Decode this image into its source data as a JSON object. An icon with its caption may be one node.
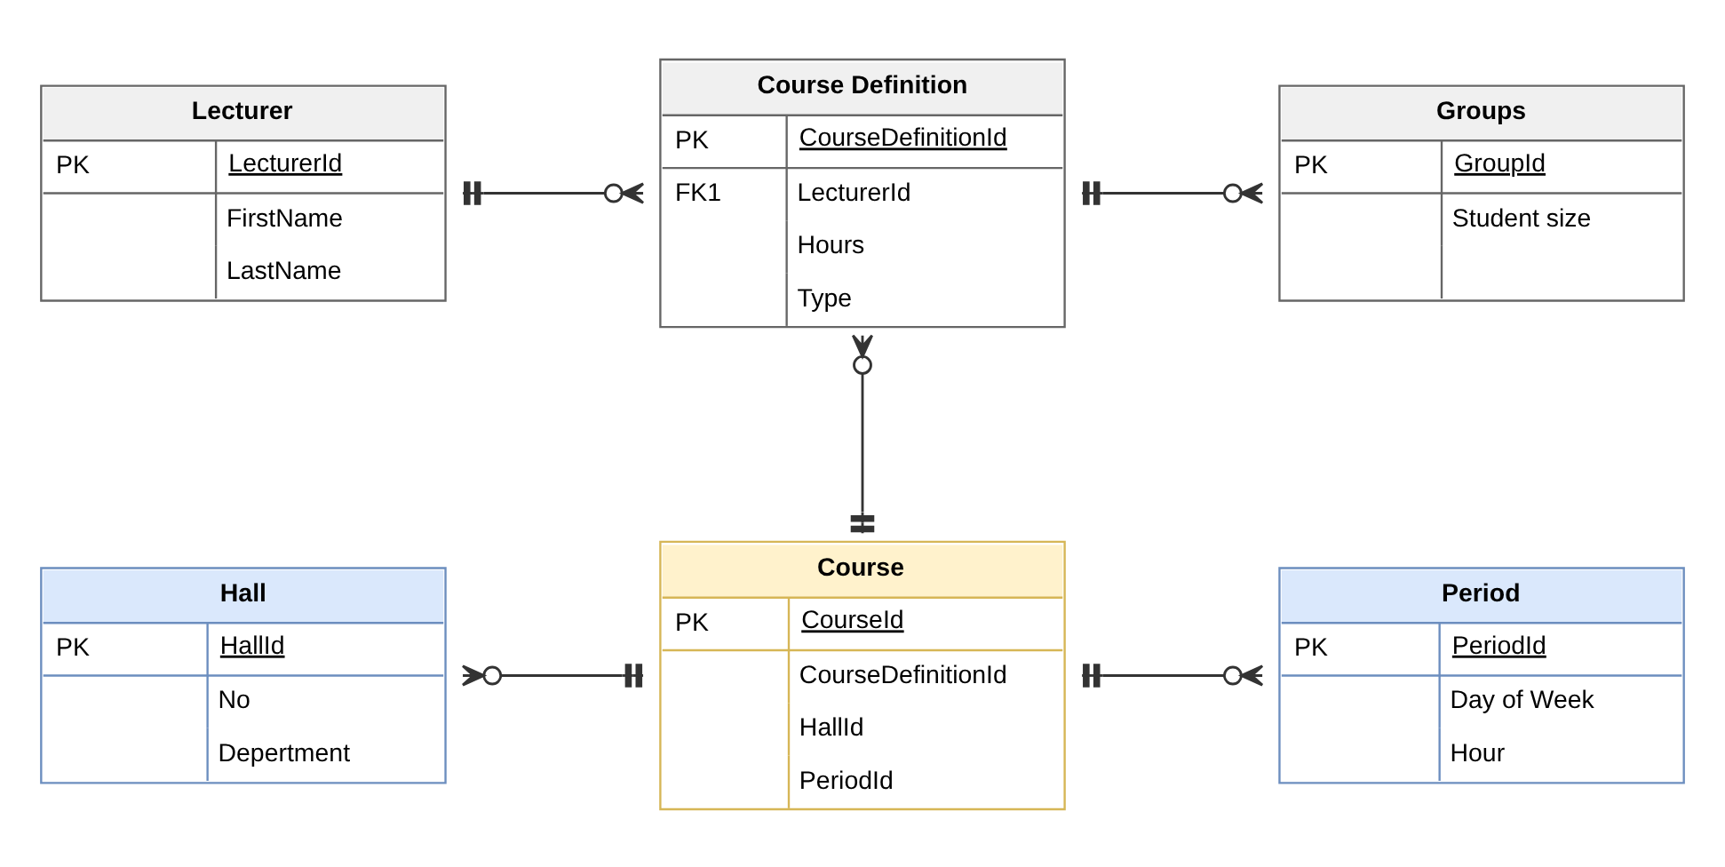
{
  "diagram": {
    "nodes": [
      {
        "text": [
          "Lecturer",
          "PK",
          "LecturerId",
          "FirstName",
          "LastName"
        ]
      },
      {
        "text": [
          "Course Definition",
          "PK",
          "CourseDefinitionId",
          "FK1",
          "LecturerId",
          "Hours",
          "Type"
        ]
      },
      {
        "text": [
          "Groups",
          "PK",
          "GroupId",
          "Student size"
        ]
      },
      {
        "text": [
          "Hall",
          "PK",
          "HallId",
          "No",
          "Depertment"
        ]
      },
      {
        "text": [
          "Course",
          "PK",
          "CourseId",
          "CourseDefinitionId",
          "HallId",
          "PeriodId"
        ]
      },
      {
        "text": [
          "Period",
          "PK",
          "PeriodId",
          "Day of Week",
          "Hour"
        ]
      }
    ],
    "edges": [
      {
        "from": 0,
        "to": 1,
        "arrow": "other"
      },
      {
        "from": 1,
        "to": 2,
        "arrow": "other"
      },
      {
        "from": 1,
        "to": 4,
        "arrow": "other"
      },
      {
        "from": 3,
        "to": 4,
        "arrow": "other"
      },
      {
        "from": 4,
        "to": 5,
        "arrow": "other"
      }
    ]
  }
}
